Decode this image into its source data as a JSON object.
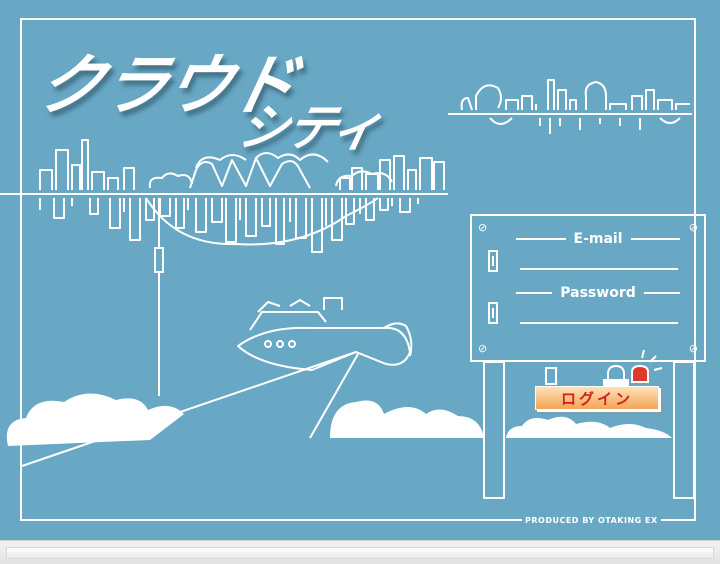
{
  "app": {
    "title_line1": "クラウド",
    "title_line2": "シティ"
  },
  "login": {
    "email_label": "E-mail",
    "password_label": "Password",
    "email_value": "",
    "password_value": "",
    "button_label": "ログイン"
  },
  "footer": {
    "credit": "PRODUCED BY OTAKING EX"
  },
  "colors": {
    "background": "#68a8c4",
    "line": "#ffffff",
    "button_text": "#d21f1f",
    "button_fill": "#f4a457",
    "alarm_red": "#e0392b"
  },
  "icons": [
    "lock-icon",
    "alarm-light-icon",
    "screw-icon",
    "lock-slot-icon"
  ]
}
